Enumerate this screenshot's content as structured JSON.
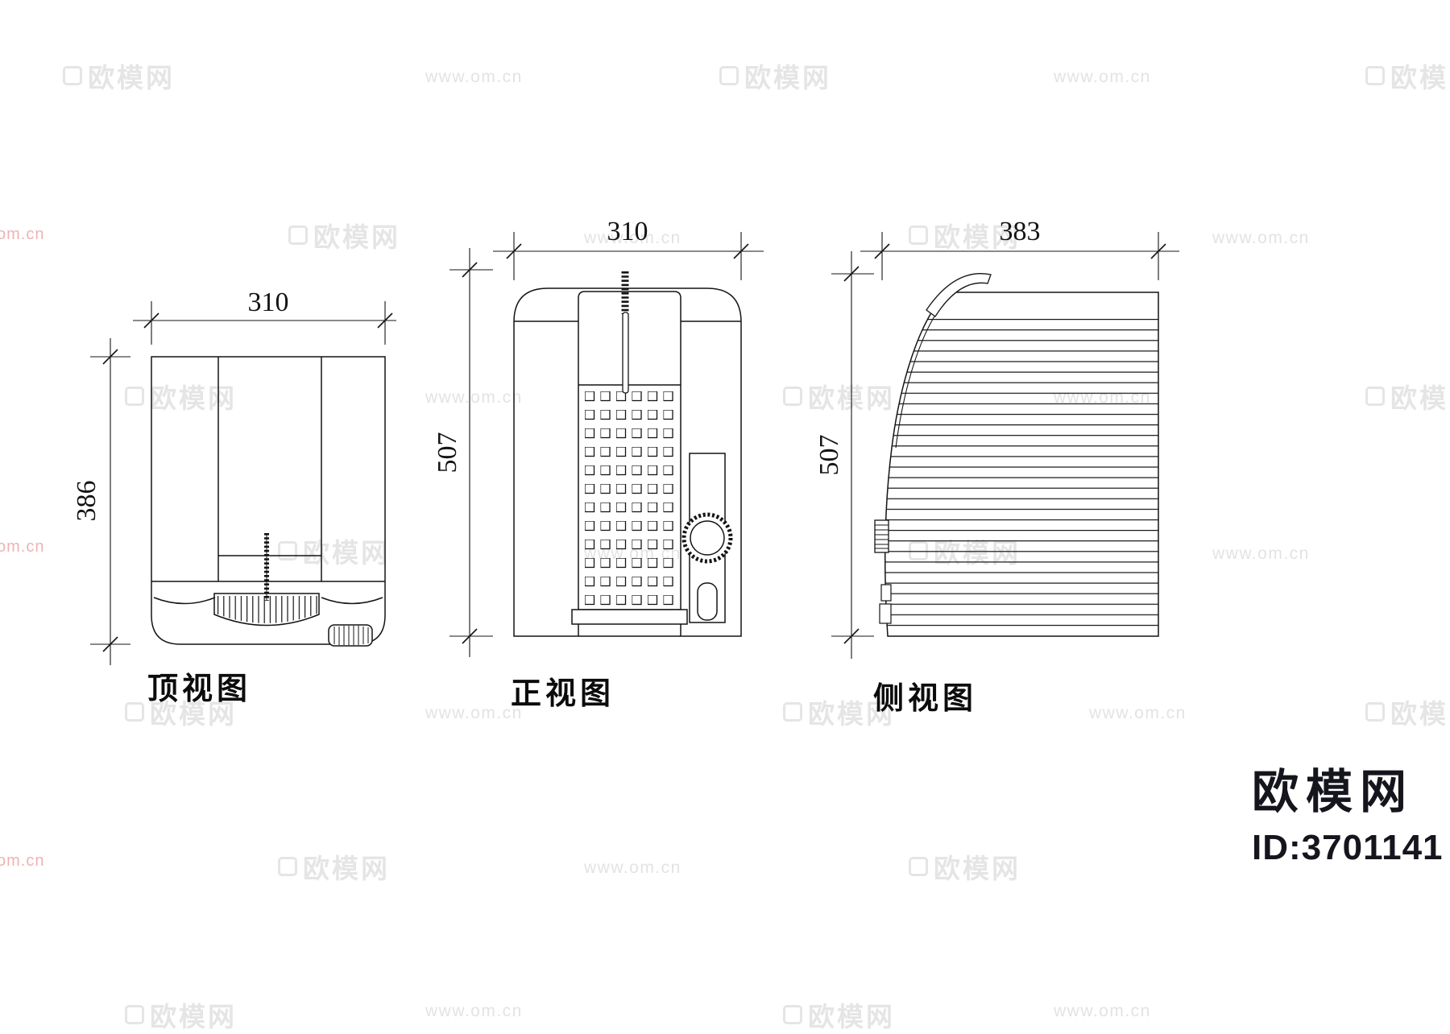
{
  "views": [
    {
      "label": "顶视图",
      "dims": {
        "width": "310",
        "height": "386"
      }
    },
    {
      "label": "正视图",
      "dims": {
        "width": "310",
        "height": "507"
      }
    },
    {
      "label": "侧视图",
      "dims": {
        "width": "383",
        "height": "507"
      }
    }
  ],
  "watermarks": {
    "brand": "欧模网",
    "url": "www.om.cn",
    "corner": "om.cn"
  },
  "branding": {
    "logo": "欧模网",
    "id": "ID:3701141"
  },
  "colors": {
    "line": "#141414",
    "dim_text": "#141414",
    "watermark_gray": "#e5e5e5",
    "watermark_red": "#edb3b3",
    "brand": "#15151d",
    "background": "#ffffff"
  }
}
